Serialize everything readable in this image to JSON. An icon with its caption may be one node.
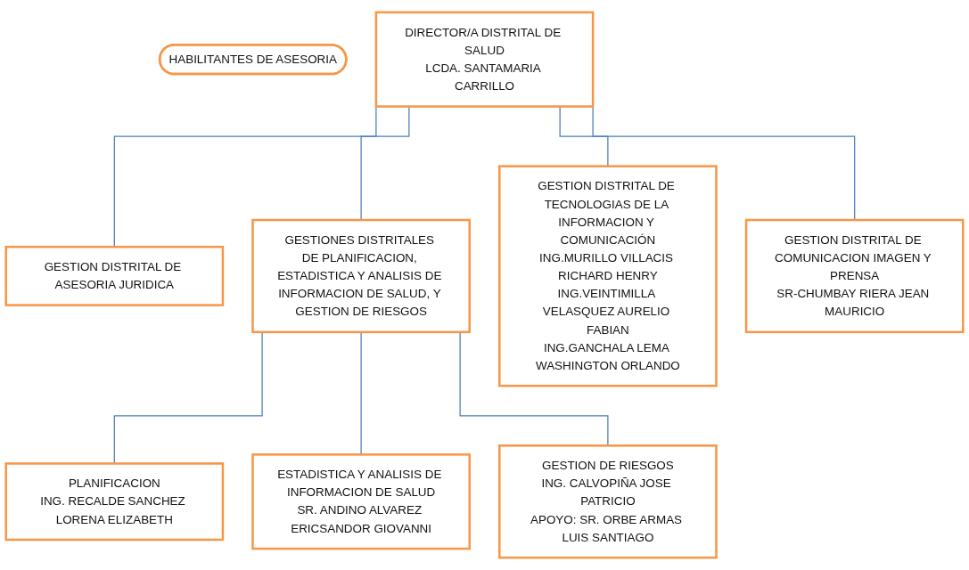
{
  "diagram": {
    "nodes": [
      {
        "text": [
          "HABILITANTES DE ASESORIA"
        ]
      },
      {
        "text": [
          "DIRECTOR/A DISTRITAL DE SALUD",
          "LCDA. SANTAMARIA CARRILLO"
        ]
      },
      {
        "text": [
          "PLANIFICACION",
          "ING. RECALDE SANCHEZ LORENA ELIZABETH"
        ]
      },
      {
        "text": [
          "GESTION DISTRITAL DE ASESORIA JURIDICA"
        ]
      },
      {
        "text": [
          "ESTADISTICA Y ANALISIS DE INFORMACION DE SALUD",
          "SR. ANDINO ALVAREZ ERICSANDOR GIOVANNI"
        ]
      },
      {
        "text": [
          "GESTIONES DISTRITALES DE PLANIFICACION, ESTADISTICA Y ANALISIS DE INFORMACION DE SALUD, Y GESTION DE RIESGOS"
        ]
      },
      {
        "text": [
          "GESTION DISTRITAL DE TECNOLOGIAS DE LA INFORMACION Y COMUNICACIÓN",
          "ING.MURILLO VILLACIS RICHARD HENRY",
          "ING.VEINTIMILLA VELASQUEZ AURELIO FABIAN",
          "ING.GANCHALA LEMA WASHINGTON ORLANDO"
        ]
      },
      {
        "text": [
          "GESTION DE RIESGOS",
          "ING. CALVOPIÑA JOSE PATRICIO",
          "APOYO: SR. ORBE ARMAS LUIS SANTIAGO"
        ]
      },
      {
        "text": [
          "GESTION DISTRITAL DE COMUNICACION IMAGEN Y PRENSA",
          "SR-CHUMBAY RIERA JEAN MAURICIO"
        ]
      }
    ],
    "edges": [
      {
        "from": 1,
        "to": 3,
        "arrow": "none"
      },
      {
        "from": 1,
        "to": 5,
        "arrow": "none"
      },
      {
        "from": 1,
        "to": 6,
        "arrow": "none"
      },
      {
        "from": 1,
        "to": 8,
        "arrow": "none"
      },
      {
        "from": 5,
        "to": 2,
        "arrow": "none"
      },
      {
        "from": 5,
        "to": 4,
        "arrow": "none"
      },
      {
        "from": 5,
        "to": 7,
        "arrow": "none"
      }
    ]
  }
}
